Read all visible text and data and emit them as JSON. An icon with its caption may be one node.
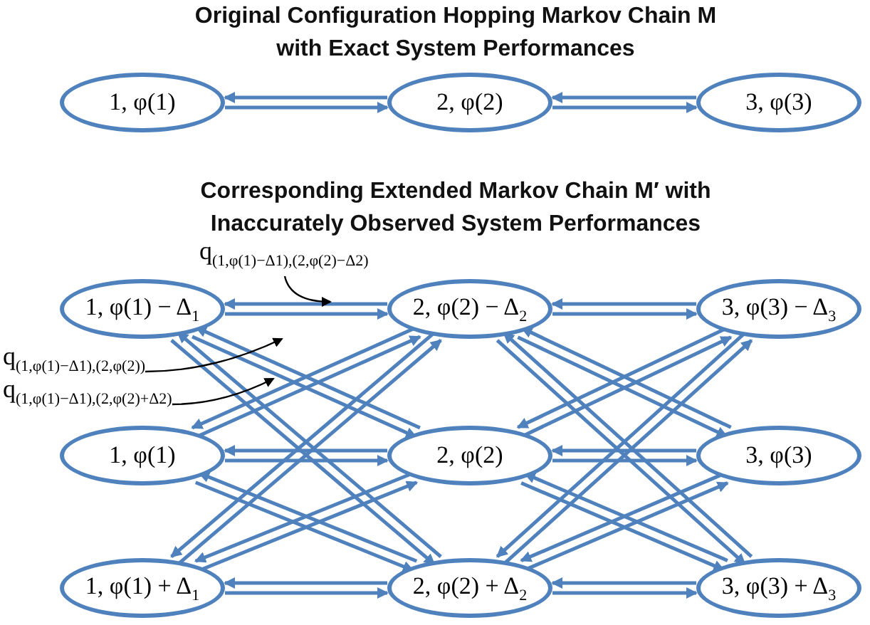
{
  "diagram": {
    "title": "Original Configuration Hopping Markov Chain M with Exact System Performances",
    "nodes": [
      {
        "text": [
          "1, φ(1)"
        ]
      },
      {
        "text": [
          "2, φ(2)"
        ]
      },
      {
        "text": [
          "3, φ(3)"
        ]
      },
      {
        "text": [
          "1, φ(1) − Δ$_{1}$"
        ]
      },
      {
        "text": [
          "2, φ(2) − Δ$_{2}$"
        ]
      },
      {
        "text": [
          "3, φ(3) − Δ$_{3}$"
        ]
      },
      {
        "text": [
          "1, φ(1)"
        ]
      },
      {
        "text": [
          "2, φ(2)"
        ]
      },
      {
        "text": [
          "3, φ(3)"
        ]
      },
      {
        "text": [
          "1, φ(1) + Δ$_{1}$"
        ]
      },
      {
        "text": [
          "2, φ(2) + Δ$_{2}$"
        ]
      },
      {
        "text": [
          "3, φ(3) + Δ$_{3}$"
        ]
      },
      {
        "text": [
          "q$_{(1,φ(1)−Δ1),(2,φ(2)−Δ2)}$"
        ]
      },
      {
        "text": [
          "q$_{(1,φ(1)−Δ1),(2,φ(2))}$"
        ]
      },
      {
        "text": [
          "q$_{(1,φ(1)−Δ1),(2,φ(2)+Δ2)}$"
        ]
      }
    ],
    "edges": [
      {
        "from": 0,
        "to": 1,
        "arrow": "to"
      },
      {
        "from": 1,
        "to": 0,
        "arrow": "to"
      },
      {
        "from": 1,
        "to": 2,
        "arrow": "to"
      },
      {
        "from": 2,
        "to": 1,
        "arrow": "to"
      },
      {
        "from": 3,
        "to": 4,
        "arrow": "to"
      },
      {
        "from": 4,
        "to": 3,
        "arrow": "to"
      },
      {
        "from": 3,
        "to": 7,
        "arrow": "to"
      },
      {
        "from": 7,
        "to": 3,
        "arrow": "to"
      },
      {
        "from": 3,
        "to": 10,
        "arrow": "to"
      },
      {
        "from": 10,
        "to": 3,
        "arrow": "to"
      },
      {
        "from": 6,
        "to": 4,
        "arrow": "to"
      },
      {
        "from": 4,
        "to": 6,
        "arrow": "to"
      },
      {
        "from": 6,
        "to": 7,
        "arrow": "to"
      },
      {
        "from": 7,
        "to": 6,
        "arrow": "to"
      },
      {
        "from": 6,
        "to": 10,
        "arrow": "to"
      },
      {
        "from": 10,
        "to": 6,
        "arrow": "to"
      },
      {
        "from": 9,
        "to": 4,
        "arrow": "to"
      },
      {
        "from": 4,
        "to": 9,
        "arrow": "to"
      },
      {
        "from": 9,
        "to": 7,
        "arrow": "to"
      },
      {
        "from": 7,
        "to": 9,
        "arrow": "to"
      },
      {
        "from": 9,
        "to": 10,
        "arrow": "to"
      },
      {
        "from": 10,
        "to": 9,
        "arrow": "to"
      },
      {
        "from": 4,
        "to": 5,
        "arrow": "to"
      },
      {
        "from": 5,
        "to": 4,
        "arrow": "to"
      },
      {
        "from": 4,
        "to": 8,
        "arrow": "to"
      },
      {
        "from": 8,
        "to": 4,
        "arrow": "to"
      },
      {
        "from": 4,
        "to": 11,
        "arrow": "to"
      },
      {
        "from": 11,
        "to": 4,
        "arrow": "to"
      },
      {
        "from": 7,
        "to": 5,
        "arrow": "to"
      },
      {
        "from": 5,
        "to": 7,
        "arrow": "to"
      },
      {
        "from": 7,
        "to": 8,
        "arrow": "to"
      },
      {
        "from": 8,
        "to": 7,
        "arrow": "to"
      },
      {
        "from": 7,
        "to": 11,
        "arrow": "to"
      },
      {
        "from": 11,
        "to": 7,
        "arrow": "to"
      },
      {
        "from": 10,
        "to": 5,
        "arrow": "to"
      },
      {
        "from": 5,
        "to": 10,
        "arrow": "to"
      },
      {
        "from": 10,
        "to": 8,
        "arrow": "to"
      },
      {
        "from": 8,
        "to": 10,
        "arrow": "to"
      },
      {
        "from": 10,
        "to": 11,
        "arrow": "to"
      },
      {
        "from": 11,
        "to": 10,
        "arrow": "to"
      },
      {
        "from": 12,
        "to": null,
        "arrow": "to",
        "color": "#000000"
      },
      {
        "from": 13,
        "to": null,
        "arrow": "to",
        "color": "#000000"
      },
      {
        "from": 14,
        "to": null,
        "arrow": "to",
        "color": "#000000"
      }
    ],
    "labels": [
      "Corresponding Extended Markov Chain M′ with Inaccurately Observed System Performances"
    ]
  }
}
